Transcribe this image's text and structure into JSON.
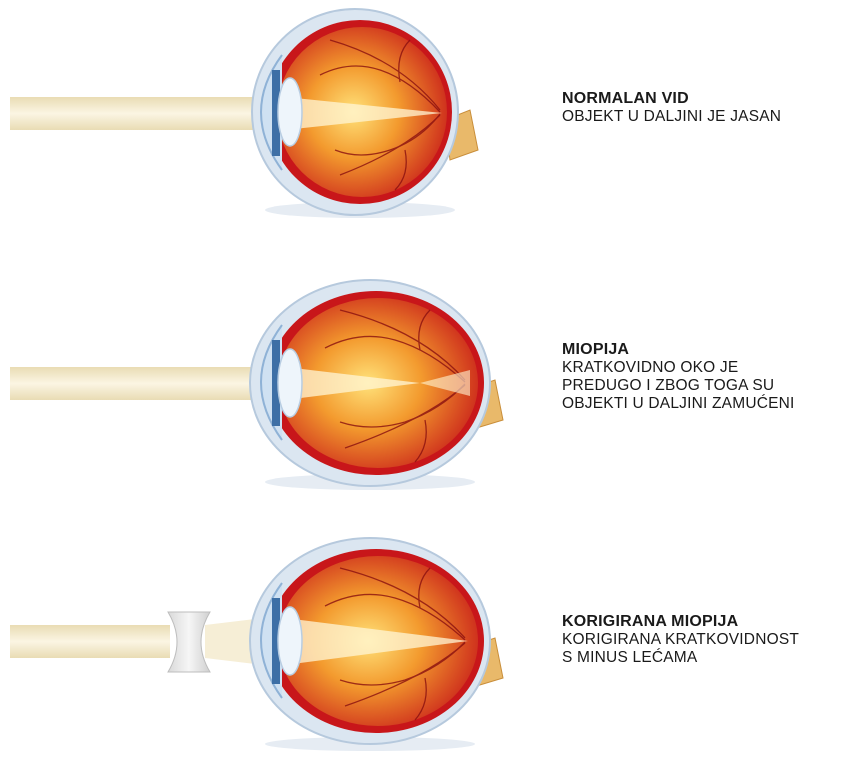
{
  "colors": {
    "beam": "#f3e9cf",
    "beam_edge": "#d9c99a",
    "sclera": "#cfdcea",
    "choroid": "#c8161a",
    "vitreous_center": "#ffdc6a",
    "vitreous_edge": "#d7261b",
    "lens": "#e8f1fa",
    "cornea": "#a9c7e3",
    "optic_nerve": "#e9b96a",
    "text": "#1a1a1a"
  },
  "icons": {
    "eye": "eye-cross-section-icon",
    "lens": "concave-lens-icon"
  },
  "panels": [
    {
      "id": "normal",
      "title": "NORMALAN VID",
      "description": "OBJEKT U DALJINI JE JASAN",
      "has_corrective_lens": false
    },
    {
      "id": "myopia",
      "title": "MIOPIJA",
      "description": "KRATKOVIDNO OKO JE\nPREDUGO I ZBOG TOGA SU\nOBJEKTI U DALJINI ZAMUĆENI",
      "has_corrective_lens": false
    },
    {
      "id": "corrected",
      "title": "KORIGIRANA MIOPIJA",
      "description": "KORIGIRANA KRATKOVIDNOST\nS MINUS LEĆAMA",
      "has_corrective_lens": true
    }
  ]
}
